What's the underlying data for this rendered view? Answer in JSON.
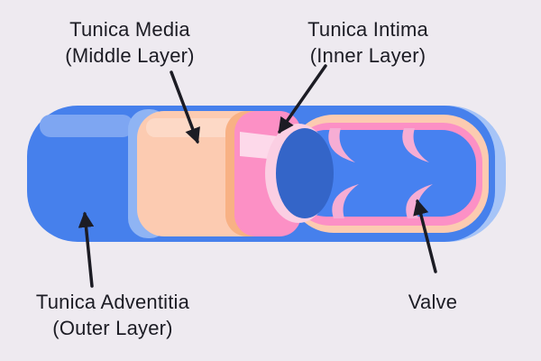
{
  "title": "Blood vessel (vein) wall layers diagram",
  "labels": {
    "media": {
      "line1": "Tunica Media",
      "line2": "(Middle Layer)"
    },
    "intima": {
      "line1": "Tunica Intima",
      "line2": "(Inner Layer)"
    },
    "adventitia": {
      "line1": "Tunica Adventitia",
      "line2": "(Outer Layer)"
    },
    "valve": {
      "line1": "Valve"
    }
  },
  "colors": {
    "background": "#EEEAF0",
    "outer_highlight": "#A6C4F7",
    "adventitia_blue": "#4680EC",
    "cap_highlight": "#7EA6F2",
    "cut_rim_light_blue": "#8FB4F4",
    "media_peach": "#FCCBB1",
    "media_highlight": "#FDD9C6",
    "media_cut_rim_orange": "#F8B184",
    "intima_pink": "#FC90C5",
    "intima_highlight": "#FDD9EA",
    "lumen_rim_light_pink": "#FBCFE3",
    "lumen_blue": "#4781F0",
    "lumen_opening_dark_blue": "#3465C8",
    "valve_pink": "#F6ADD4",
    "ink": "#1C1C24"
  }
}
